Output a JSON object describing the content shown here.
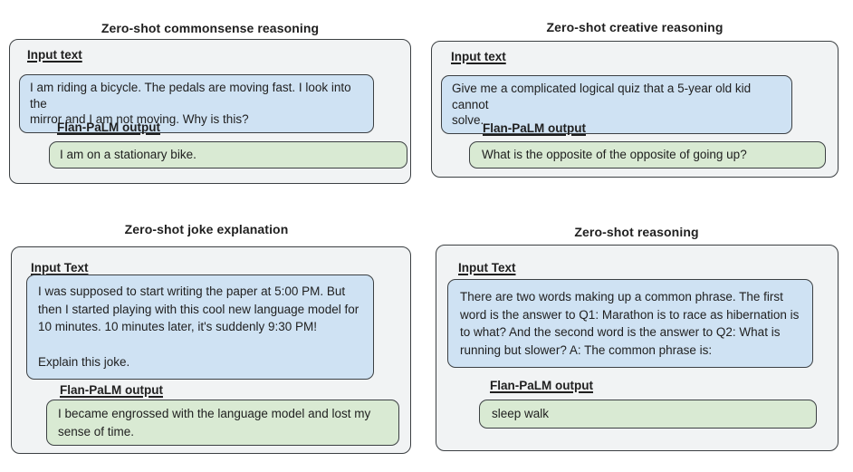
{
  "colors": {
    "page_bg": "#ffffff",
    "panel_bg": "#f1f3f4",
    "panel_border": "#3c4043",
    "input_bg": "#cfe2f3",
    "input_border": "#3c4043",
    "output_bg": "#d9ead3",
    "output_border": "#3c4043",
    "text": "#1f1f1f"
  },
  "panels": [
    {
      "title": "Zero-shot commonsense reasoning",
      "input_label": "Input text",
      "input_text": "I am riding a bicycle. The pedals are moving fast. I look into the\nmirror and I am not moving. Why is this?",
      "output_label": "Flan-PaLM output",
      "output_text": "I am on a stationary bike."
    },
    {
      "title": "Zero-shot creative reasoning",
      "input_label": "Input text",
      "input_text": "Give me a complicated logical quiz that a 5-year old kid cannot\nsolve.",
      "output_label": "Flan-PaLM output",
      "output_text": "What is the opposite of the opposite of going up?"
    },
    {
      "title": "Zero-shot joke explanation",
      "input_label": "Input Text",
      "input_text": "I was supposed to start writing the paper at 5:00 PM. But\nthen I started playing with this cool new language model for\n10 minutes. 10 minutes later, it's suddenly 9:30 PM!\n\nExplain this joke.",
      "output_label": "Flan-PaLM output",
      "output_text": "I became engrossed with the language model and lost my\nsense of time."
    },
    {
      "title": "Zero-shot reasoning",
      "input_label": "Input Text",
      "input_text": "There are two words making up a common phrase. The first\nword is the answer to Q1: Marathon is to race as hibernation is\nto what? And the second word is the answer to Q2: What is\nrunning but slower? A: The common phrase is:",
      "output_label": "Flan-PaLM output",
      "output_text": "sleep walk"
    }
  ]
}
